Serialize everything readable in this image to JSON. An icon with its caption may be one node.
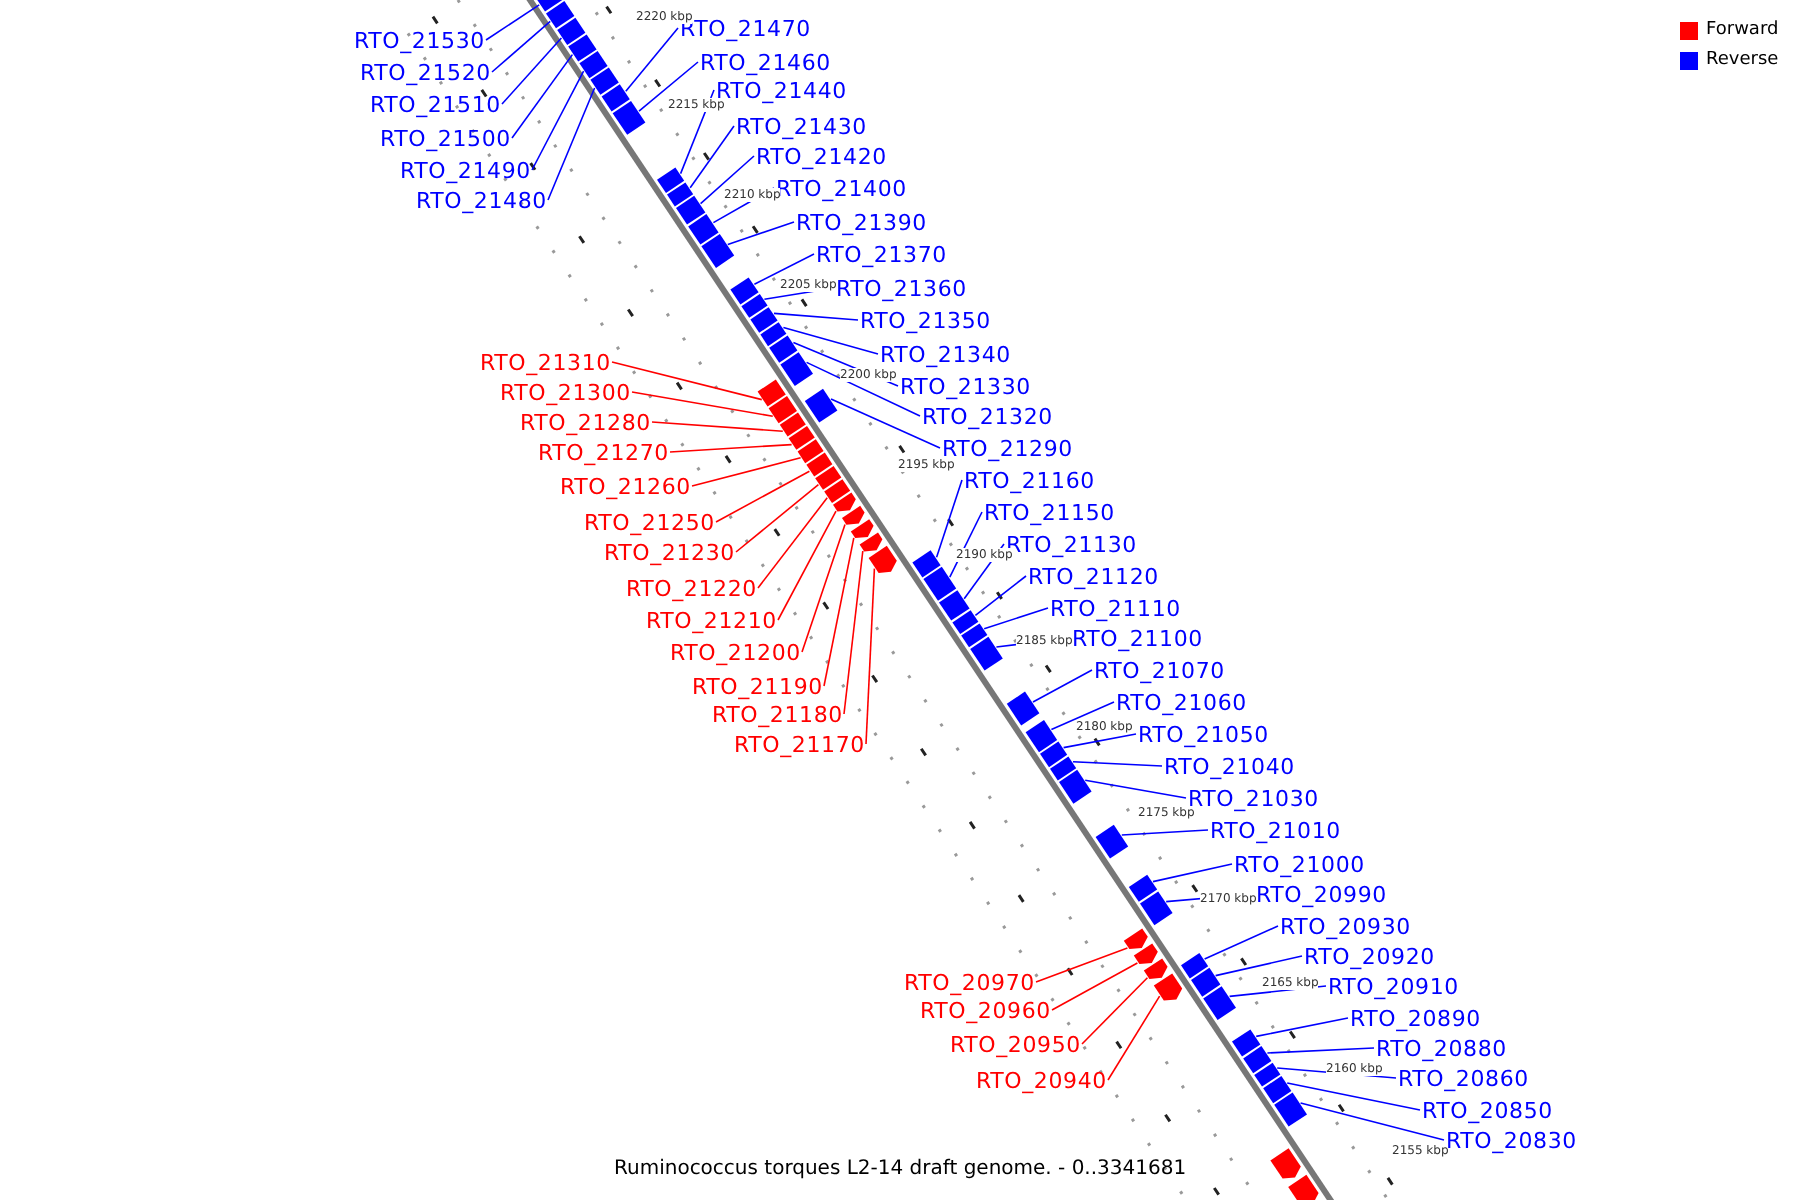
{
  "diagram": {
    "caption": "Ruminococcus torques L2-14 draft genome. - 0..3341681",
    "nodes": [
      {
        "text": [
          "RTO_21530"
        ]
      },
      {
        "text": [
          "RTO_21520"
        ]
      },
      {
        "text": [
          "RTO_21510"
        ]
      },
      {
        "text": [
          "RTO_21500"
        ]
      },
      {
        "text": [
          "RTO_21490"
        ]
      },
      {
        "text": [
          "RTO_21480"
        ]
      },
      {
        "text": [
          "RTO_21470"
        ]
      },
      {
        "text": [
          "RTO_21460"
        ]
      },
      {
        "text": [
          "RTO_21440"
        ]
      },
      {
        "text": [
          "RTO_21430"
        ]
      },
      {
        "text": [
          "RTO_21420"
        ]
      },
      {
        "text": [
          "RTO_21400"
        ]
      },
      {
        "text": [
          "RTO_21390"
        ]
      },
      {
        "text": [
          "RTO_21370"
        ]
      },
      {
        "text": [
          "RTO_21360"
        ]
      },
      {
        "text": [
          "RTO_21350"
        ]
      },
      {
        "text": [
          "RTO_21340"
        ]
      },
      {
        "text": [
          "RTO_21330"
        ]
      },
      {
        "text": [
          "RTO_21320"
        ]
      },
      {
        "text": [
          "RTO_21290"
        ]
      },
      {
        "text": [
          "RTO_21160"
        ]
      },
      {
        "text": [
          "RTO_21150"
        ]
      },
      {
        "text": [
          "RTO_21130"
        ]
      },
      {
        "text": [
          "RTO_21120"
        ]
      },
      {
        "text": [
          "RTO_21110"
        ]
      },
      {
        "text": [
          "RTO_21100"
        ]
      },
      {
        "text": [
          "RTO_21070"
        ]
      },
      {
        "text": [
          "RTO_21060"
        ]
      },
      {
        "text": [
          "RTO_21050"
        ]
      },
      {
        "text": [
          "RTO_21040"
        ]
      },
      {
        "text": [
          "RTO_21030"
        ]
      },
      {
        "text": [
          "RTO_21010"
        ]
      },
      {
        "text": [
          "RTO_21000"
        ]
      },
      {
        "text": [
          "RTO_20990"
        ]
      },
      {
        "text": [
          "RTO_20930"
        ]
      },
      {
        "text": [
          "RTO_20920"
        ]
      },
      {
        "text": [
          "RTO_20910"
        ]
      },
      {
        "text": [
          "RTO_20890"
        ]
      },
      {
        "text": [
          "RTO_20880"
        ]
      },
      {
        "text": [
          "RTO_20860"
        ]
      },
      {
        "text": [
          "RTO_20850"
        ]
      },
      {
        "text": [
          "RTO_20830"
        ]
      },
      {
        "text": [
          "RTO_21310"
        ]
      },
      {
        "text": [
          "RTO_21300"
        ]
      },
      {
        "text": [
          "RTO_21280"
        ]
      },
      {
        "text": [
          "RTO_21270"
        ]
      },
      {
        "text": [
          "RTO_21260"
        ]
      },
      {
        "text": [
          "RTO_21250"
        ]
      },
      {
        "text": [
          "RTO_21230"
        ]
      },
      {
        "text": [
          "RTO_21220"
        ]
      },
      {
        "text": [
          "RTO_21210"
        ]
      },
      {
        "text": [
          "RTO_21200"
        ]
      },
      {
        "text": [
          "RTO_21190"
        ]
      },
      {
        "text": [
          "RTO_21180"
        ]
      },
      {
        "text": [
          "RTO_21170"
        ]
      },
      {
        "text": [
          "RTO_20970"
        ]
      },
      {
        "text": [
          "RTO_20960"
        ]
      },
      {
        "text": [
          "RTO_20950"
        ]
      },
      {
        "text": [
          "RTO_20940"
        ]
      },
      {
        "text": [],
        "shape": "arrow"
      },
      {
        "text": [],
        "shape": "arrow"
      },
      {
        "text": [],
        "shape": "arrow"
      },
      {
        "text": [],
        "shape": "arrow"
      },
      {
        "text": [],
        "shape": "arrow"
      },
      {
        "text": [],
        "shape": "arrow"
      },
      {
        "text": [],
        "shape": "arrow"
      },
      {
        "text": [],
        "shape": "arrow"
      },
      {
        "text": [],
        "shape": "arrow"
      },
      {
        "text": [],
        "shape": "arrow"
      },
      {
        "text": [],
        "shape": "arrow"
      },
      {
        "text": [],
        "shape": "arrow"
      },
      {
        "text": [],
        "shape": "arrow"
      },
      {
        "text": [],
        "shape": "arrow"
      },
      {
        "text": [],
        "shape": "arrow"
      },
      {
        "text": [],
        "shape": "arrow"
      },
      {
        "text": [],
        "shape": "arrow"
      },
      {
        "text": [],
        "shape": "arrow"
      },
      {
        "text": [],
        "shape": "arrow"
      },
      {
        "text": [],
        "shape": "arrow"
      },
      {
        "text": [],
        "shape": "arrow"
      },
      {
        "text": [],
        "shape": "arrow"
      },
      {
        "text": [],
        "shape": "arrow"
      },
      {
        "text": [],
        "shape": "arrow"
      },
      {
        "text": [],
        "shape": "arrow"
      },
      {
        "text": [],
        "shape": "arrow"
      },
      {
        "text": [],
        "shape": "arrow"
      },
      {
        "text": [],
        "shape": "arrow"
      },
      {
        "text": [],
        "shape": "arrow"
      },
      {
        "text": [],
        "shape": "arrow"
      },
      {
        "text": [],
        "shape": "arrow"
      },
      {
        "text": [],
        "shape": "arrow"
      },
      {
        "text": [],
        "shape": "arrow"
      },
      {
        "text": [],
        "shape": "arrow"
      },
      {
        "text": [],
        "shape": "arrow"
      },
      {
        "text": [],
        "shape": "arrow"
      },
      {
        "text": [],
        "shape": "arrow"
      },
      {
        "text": [],
        "shape": "arrow"
      },
      {
        "text": [],
        "shape": "arrow"
      },
      {
        "text": [],
        "shape": "arrow"
      },
      {
        "text": [],
        "shape": "arrow"
      },
      {
        "text": [],
        "shape": "arrow"
      },
      {
        "text": [],
        "shape": "arrow"
      },
      {
        "text": [],
        "shape": "arrow"
      },
      {
        "text": [],
        "shape": "arrow"
      },
      {
        "text": [],
        "shape": "arrow"
      },
      {
        "text": [],
        "shape": "arrow"
      },
      {
        "text": [],
        "shape": "arrow"
      },
      {
        "text": [],
        "shape": "arrow"
      },
      {
        "text": [],
        "shape": "arrow"
      },
      {
        "text": [],
        "shape": "box"
      },
      {
        "text": [],
        "shape": "box"
      },
      {
        "text": [],
        "shape": "box"
      },
      {
        "text": [],
        "shape": "box"
      },
      {
        "text": [],
        "shape": "box"
      },
      {
        "text": [],
        "shape": "box"
      },
      {
        "text": [],
        "shape": "box"
      },
      {
        "text": [],
        "shape": "box"
      },
      {
        "text": [],
        "shape": "box"
      },
      {
        "text": [],
        "shape": "box"
      },
      {
        "text": [],
        "shape": "box"
      }
    ],
    "edges": [
      {
        "from": 0,
        "to": 59,
        "arrow": "none"
      },
      {
        "from": 1,
        "to": 60,
        "arrow": "none"
      },
      {
        "from": 2,
        "to": 61,
        "arrow": "none"
      },
      {
        "from": 3,
        "to": 62,
        "arrow": "none"
      },
      {
        "from": 4,
        "to": 63,
        "arrow": "none"
      },
      {
        "from": 5,
        "to": 64,
        "arrow": "none"
      },
      {
        "from": 6,
        "to": 65,
        "arrow": "none"
      },
      {
        "from": 7,
        "to": 66,
        "arrow": "none"
      },
      {
        "from": 8,
        "to": 67,
        "arrow": "none"
      },
      {
        "from": 9,
        "to": 68,
        "arrow": "none"
      },
      {
        "from": 10,
        "to": 69,
        "arrow": "none"
      },
      {
        "from": 11,
        "to": 70,
        "arrow": "none"
      },
      {
        "from": 12,
        "to": 71,
        "arrow": "none"
      },
      {
        "from": 13,
        "to": 72,
        "arrow": "none"
      },
      {
        "from": 14,
        "to": 73,
        "arrow": "none"
      },
      {
        "from": 15,
        "to": 74,
        "arrow": "none"
      },
      {
        "from": 16,
        "to": 75,
        "arrow": "none"
      },
      {
        "from": 17,
        "to": 76,
        "arrow": "none"
      },
      {
        "from": 18,
        "to": 77,
        "arrow": "none"
      },
      {
        "from": 19,
        "to": 78,
        "arrow": "none"
      },
      {
        "from": 20,
        "to": 79,
        "arrow": "none"
      },
      {
        "from": 21,
        "to": 80,
        "arrow": "none"
      },
      {
        "from": 22,
        "to": 81,
        "arrow": "none"
      },
      {
        "from": 23,
        "to": 82,
        "arrow": "none"
      },
      {
        "from": 24,
        "to": 83,
        "arrow": "none"
      },
      {
        "from": 25,
        "to": 84,
        "arrow": "none"
      },
      {
        "from": 26,
        "to": 85,
        "arrow": "none"
      },
      {
        "from": 27,
        "to": 86,
        "arrow": "none"
      },
      {
        "from": 28,
        "to": 87,
        "arrow": "none"
      },
      {
        "from": 29,
        "to": 88,
        "arrow": "none"
      },
      {
        "from": 30,
        "to": 89,
        "arrow": "none"
      },
      {
        "from": 31,
        "to": 90,
        "arrow": "none"
      },
      {
        "from": 32,
        "to": 91,
        "arrow": "none"
      },
      {
        "from": 33,
        "to": 92,
        "arrow": "none"
      },
      {
        "from": 34,
        "to": 93,
        "arrow": "none"
      },
      {
        "from": 35,
        "to": 94,
        "arrow": "none"
      },
      {
        "from": 36,
        "to": 95,
        "arrow": "none"
      },
      {
        "from": 37,
        "to": 96,
        "arrow": "none"
      },
      {
        "from": 38,
        "to": 97,
        "arrow": "none"
      },
      {
        "from": 39,
        "to": 98,
        "arrow": "none"
      },
      {
        "from": 40,
        "to": 99,
        "arrow": "none"
      },
      {
        "from": 41,
        "to": 100,
        "arrow": "none"
      },
      {
        "from": 42,
        "to": 101,
        "arrow": "none",
        "color": "#ff0000"
      },
      {
        "from": 43,
        "to": 102,
        "arrow": "none",
        "color": "#ff0000"
      },
      {
        "from": 44,
        "to": 103,
        "arrow": "none",
        "color": "#ff0000"
      },
      {
        "from": 45,
        "to": 104,
        "arrow": "none",
        "color": "#ff0000"
      },
      {
        "from": 46,
        "to": 105,
        "arrow": "none",
        "color": "#ff0000"
      },
      {
        "from": 47,
        "to": 106,
        "arrow": "none",
        "color": "#ff0000"
      },
      {
        "from": 48,
        "to": 107,
        "arrow": "none",
        "color": "#ff0000"
      },
      {
        "from": 49,
        "to": 108,
        "arrow": "none",
        "color": "#ff0000"
      },
      {
        "from": 50,
        "to": 109,
        "arrow": "none",
        "color": "#ff0000"
      },
      {
        "from": 51,
        "to": 110,
        "arrow": "none",
        "color": "#ff0000"
      },
      {
        "from": 52,
        "to": 111,
        "arrow": "none",
        "color": "#ff0000"
      },
      {
        "from": 53,
        "to": 112,
        "arrow": "none",
        "color": "#ff0000"
      },
      {
        "from": 54,
        "to": 113,
        "arrow": "none",
        "color": "#ff0000"
      },
      {
        "from": 55,
        "to": 114,
        "arrow": "none",
        "color": "#ff0000"
      },
      {
        "from": 56,
        "to": 115,
        "arrow": "none",
        "color": "#ff0000"
      },
      {
        "from": 57,
        "to": 116,
        "arrow": "none",
        "color": "#ff0000"
      },
      {
        "from": 58,
        "to": 117,
        "arrow": "none",
        "color": "#ff0000"
      }
    ],
    "labels": [
      "2220 kbp",
      "2215 kbp",
      "2210 kbp",
      "2205 kbp",
      "2200 kbp",
      "2195 kbp",
      "2190 kbp",
      "2185 kbp",
      "2180 kbp",
      "2175 kbp",
      "2170 kbp",
      "2165 kbp",
      "2160 kbp",
      "2155 kbp"
    ],
    "legend": [
      {
        "text": "Forward",
        "color": "#ff0000"
      },
      {
        "text": "Reverse",
        "color": "#0000ff"
      }
    ]
  }
}
